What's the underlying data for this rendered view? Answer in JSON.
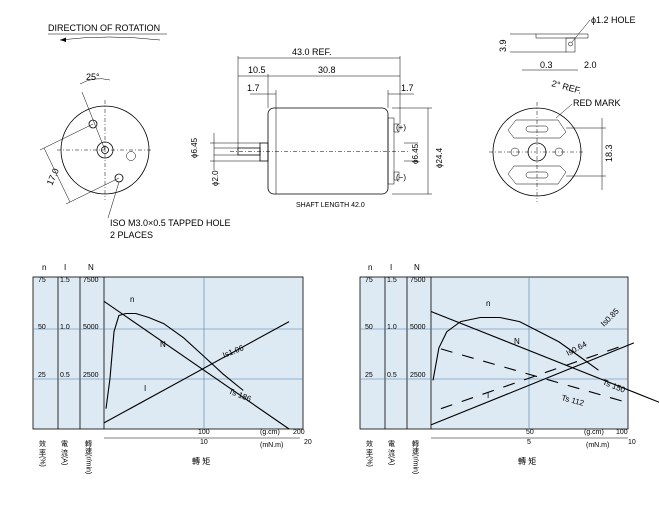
{
  "drawing": {
    "rotation_title": "DIRECTION OF ROTATION",
    "angle_25": "25°",
    "dim_17": "17.0",
    "tapped_hole": "ISO M3.0×0.5 TAPPED HOLE",
    "places": "2 PLACES",
    "dim_43": "43.0 REF.",
    "dim_105": "10.5",
    "dim_308": "30.8",
    "dim_17a": "1.7",
    "dim_17b": "1.7",
    "dim_645a": "ϕ6.45",
    "dim_645b": "ϕ6.45",
    "dim_20": "ϕ2.0",
    "dim_244": "ϕ24.4",
    "plus": "(+)",
    "minus": "(−)",
    "shaft_length": "SHAFT LENGTH 42.0",
    "hole_12": "ϕ1.2 HOLE",
    "dim_39": "3.9",
    "dim_03": "0.3",
    "dim_20b": "2.0",
    "angle_2": "2° REF.",
    "red_mark": "RED MARK",
    "dim_183": "18.3"
  },
  "chart_data": [
    {
      "type": "line",
      "axes": {
        "n_ticks": [
          "75",
          "50",
          "25"
        ],
        "i_ticks": [
          "1.5",
          "1.0",
          "0.5"
        ],
        "N_ticks": [
          "7500",
          "5000",
          "2500"
        ],
        "header_n": "n",
        "header_i": "I",
        "header_N": "N",
        "x_gcm_ticks": [
          "100",
          "200"
        ],
        "x_gcm_unit": "(g.cm)",
        "x_mnm_ticks": [
          "10",
          "20"
        ],
        "x_mnm_unit": "(mN.m)",
        "x_max_mnm": 20
      },
      "labels": {
        "n": "n",
        "N": "N",
        "I": "I",
        "is": "Is1.06",
        "ts": "Ts 186",
        "y_eff": "效 率(%)",
        "y_cur": "電 流(A)",
        "y_rpm": "轉速(r/min)",
        "x_title": "轉 矩"
      },
      "series": [
        {
          "name": "N",
          "x": [
            0,
            18.6
          ],
          "y": [
            6300,
            0
          ]
        },
        {
          "name": "I",
          "x": [
            0,
            18.6
          ],
          "y": [
            0.06,
            1.06
          ]
        },
        {
          "name": "n",
          "x": [
            0.2,
            0.6,
            1.0,
            1.5,
            2.2,
            3.2,
            4.5,
            6.0,
            8.0,
            10.0,
            12.0,
            14.0
          ],
          "y": [
            10,
            25,
            48,
            56,
            57,
            57,
            55,
            52,
            45,
            36,
            27,
            19
          ]
        }
      ]
    },
    {
      "type": "line",
      "axes": {
        "n_ticks": [
          "75",
          "50",
          "25"
        ],
        "i_ticks": [
          "1.5",
          "1.0",
          "0.5"
        ],
        "N_ticks": [
          "7500",
          "5000",
          "2500"
        ],
        "header_n": "n",
        "header_i": "I",
        "header_N": "N",
        "x_gcm_ticks": [
          "50",
          "100"
        ],
        "x_gcm_unit": "(g.cm)",
        "x_mnm_ticks": [
          "5",
          "10"
        ],
        "x_mnm_unit": "(mN.m)",
        "x_max_mnm": 10
      },
      "labels": {
        "n": "n",
        "N": "N",
        "I": "I",
        "is1": "Is0.85",
        "is2": "Is0.64",
        "ts1": "Ts 150",
        "ts2": "Ts 112",
        "y_eff": "效 率(%)",
        "y_cur": "電 流(A)",
        "y_rpm": "轉速(r/min)",
        "x_title": "轉 矩"
      },
      "series": [
        {
          "name": "N",
          "x": [
            0,
            15.0
          ],
          "y": [
            5800,
            0
          ]
        },
        {
          "name": "I",
          "x": [
            0,
            10.3
          ],
          "y": [
            0.04,
            0.85
          ]
        },
        {
          "name": "n",
          "x": [
            0.1,
            0.4,
            0.8,
            1.5,
            2.5,
            3.5,
            4.5,
            5.5,
            6.5,
            7.5,
            8.5
          ],
          "y": [
            24,
            40,
            48,
            53,
            55,
            55,
            53,
            48,
            43,
            36,
            29
          ]
        },
        {
          "name": "N2",
          "x": [
            0.5,
            10.0
          ],
          "y": [
            3950,
            1300
          ]
        },
        {
          "name": "I2",
          "x": [
            0.5,
            10.0
          ],
          "y": [
            0.2,
            0.84
          ]
        }
      ]
    }
  ]
}
